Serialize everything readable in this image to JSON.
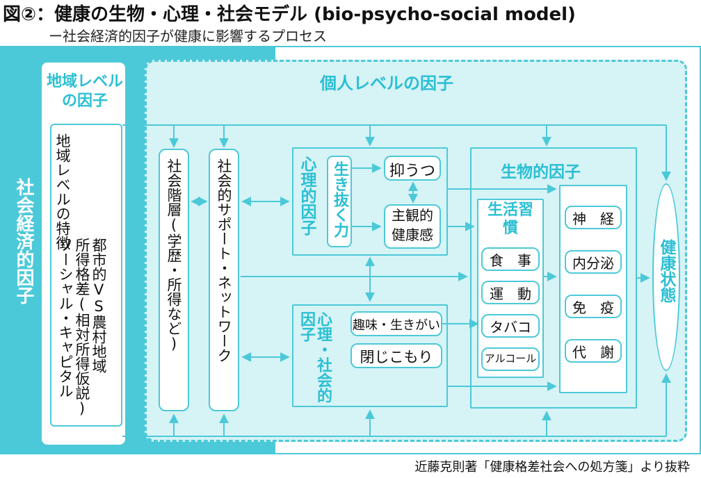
{
  "header": {
    "title": "図②：健康の生物・心理・社会モデル (bio-psycho-social model)",
    "subtitle": "ー社会経済的因子が健康に影響するプロセス"
  },
  "side": {
    "ses_label": "社会経済的因子"
  },
  "regional": {
    "heading": "地域レベルの因子",
    "col1": "地域レベルの特徴",
    "col2": "都市的VS農村地域",
    "col3": "所得格差(相対所得仮説)",
    "col4": "ソーシャル・キャピタル"
  },
  "individual": {
    "heading": "個人レベルの因子",
    "social_class": "社会階層(学歴・所得など)",
    "social_support": "社会的サポート・ネットワーク"
  },
  "psych": {
    "label": "心理的因子",
    "coping": "生き抜く力",
    "depression": "抑うつ",
    "wellbeing": "主観的健康感"
  },
  "psychosocial": {
    "label": "心理・社会的因子",
    "hobby": "趣味・生きがい",
    "withdrawal": "閉じこもり"
  },
  "bio": {
    "label": "生物的因子",
    "lifestyle_label": "生活習慣",
    "lifestyle": [
      "食　事",
      "運　動",
      "タバコ",
      "アルコール"
    ],
    "systems": [
      "神　経",
      "内分泌",
      "免　疫",
      "代　謝"
    ]
  },
  "health": {
    "label": "健康状態"
  },
  "credit": "近藤克則著「健康格差社会への処方箋」より抜粋",
  "colors": {
    "accent": "#4cc9d8",
    "fill": "#d6f3f6",
    "strong": "#2bbfd3"
  }
}
